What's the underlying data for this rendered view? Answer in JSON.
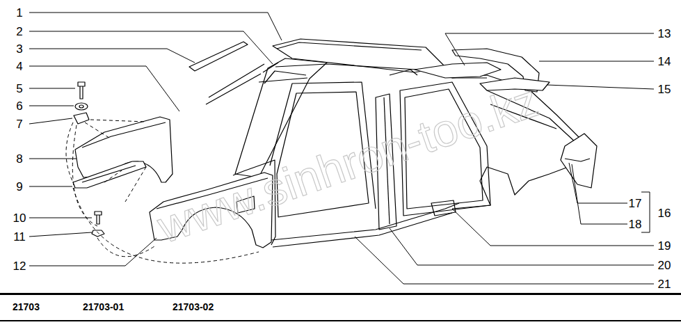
{
  "diagram": {
    "labels": [
      "1",
      "2",
      "3",
      "4",
      "5",
      "6",
      "7",
      "8",
      "9",
      "10",
      "11",
      "12",
      "13",
      "14",
      "15",
      "17",
      "16",
      "18",
      "19",
      "20",
      "21",
      "21703",
      "21703-01",
      "21703-02",
      "www.sinhron-too.kz"
    ]
  }
}
